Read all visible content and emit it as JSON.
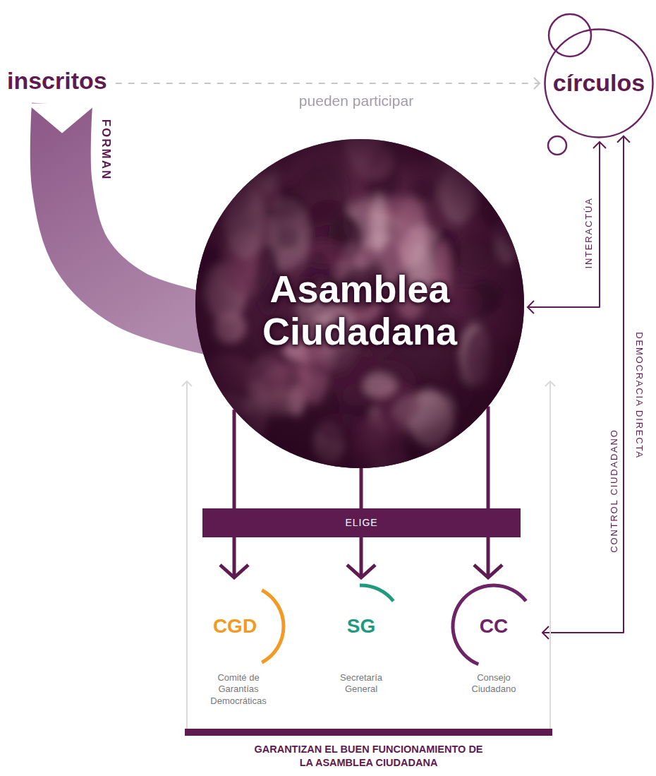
{
  "diagram": {
    "nodes": [
      {
        "text": [
          "inscritos"
        ]
      },
      {
        "text": [
          "círculos"
        ]
      },
      {
        "text": [
          "Asamblea Ciudadana"
        ]
      },
      {
        "text": [
          "ELIGE"
        ]
      },
      {
        "text": [
          "CGD",
          "Comité de Garantías Democráticas"
        ]
      },
      {
        "text": [
          "SG",
          "Secretaría General"
        ]
      },
      {
        "text": [
          "CC",
          "Consejo Ciudadano"
        ]
      },
      {
        "text": [
          "GARANTIZAN EL BUEN FUNCIONAMIENTO DE LA ASAMBLEA CIUDADANA"
        ]
      }
    ],
    "edges": [
      {
        "from": 0,
        "to": 1,
        "arrow": "to",
        "label": "pueden participar"
      },
      {
        "from": 0,
        "to": 2,
        "arrow": "none",
        "label": "FORMAN"
      },
      {
        "from": 2,
        "to": 1,
        "arrow": "both",
        "label": "INTERACTÚA"
      },
      {
        "from": 6,
        "to": 1,
        "arrow": "both",
        "label": "DEMOCRACIA DIRECTA"
      },
      {
        "from": 2,
        "to": 4,
        "arrow": "to"
      },
      {
        "from": 2,
        "to": 5,
        "arrow": "to"
      },
      {
        "from": 2,
        "to": 6,
        "arrow": "to"
      },
      {
        "from": 7,
        "to": 2,
        "arrow": "to"
      },
      {
        "from": 7,
        "to": 2,
        "arrow": "to"
      }
    ],
    "labels": [
      "CONTROL CIUDADANO"
    ]
  }
}
